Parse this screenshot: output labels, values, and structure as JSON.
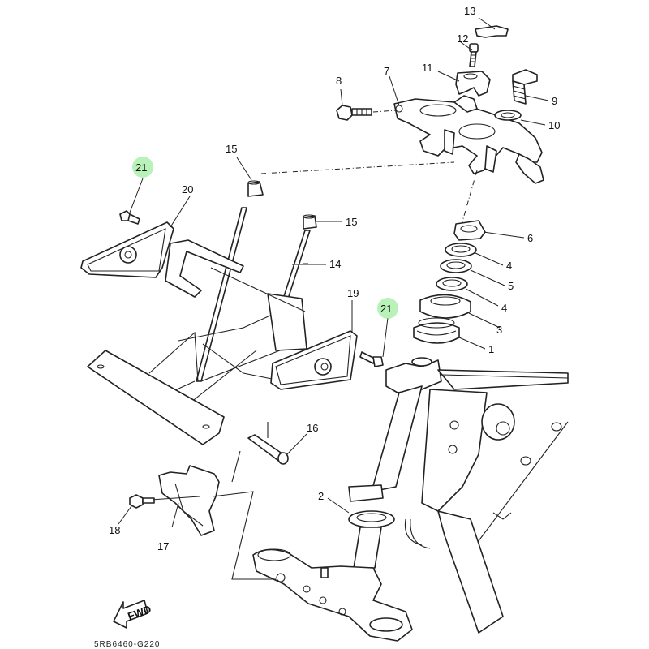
{
  "diagram": {
    "callouts": [
      {
        "id": "c1",
        "label": "1",
        "highlighted": false
      },
      {
        "id": "c2",
        "label": "2",
        "highlighted": false
      },
      {
        "id": "c3",
        "label": "3",
        "highlighted": false
      },
      {
        "id": "c4a",
        "label": "4",
        "highlighted": false
      },
      {
        "id": "c4b",
        "label": "4",
        "highlighted": false
      },
      {
        "id": "c5",
        "label": "5",
        "highlighted": false
      },
      {
        "id": "c6",
        "label": "6",
        "highlighted": false
      },
      {
        "id": "c7",
        "label": "7",
        "highlighted": false
      },
      {
        "id": "c8",
        "label": "8",
        "highlighted": false
      },
      {
        "id": "c9",
        "label": "9",
        "highlighted": false
      },
      {
        "id": "c10",
        "label": "10",
        "highlighted": false
      },
      {
        "id": "c11",
        "label": "11",
        "highlighted": false
      },
      {
        "id": "c12",
        "label": "12",
        "highlighted": false
      },
      {
        "id": "c13",
        "label": "13",
        "highlighted": false
      },
      {
        "id": "c14",
        "label": "14",
        "highlighted": false
      },
      {
        "id": "c15a",
        "label": "15",
        "highlighted": false
      },
      {
        "id": "c15b",
        "label": "15",
        "highlighted": false
      },
      {
        "id": "c16",
        "label": "16",
        "highlighted": false
      },
      {
        "id": "c17",
        "label": "17",
        "highlighted": false
      },
      {
        "id": "c18",
        "label": "18",
        "highlighted": false
      },
      {
        "id": "c19",
        "label": "19",
        "highlighted": false
      },
      {
        "id": "c20",
        "label": "20",
        "highlighted": false
      },
      {
        "id": "c21a",
        "label": "21",
        "highlighted": true
      },
      {
        "id": "c21b",
        "label": "21",
        "highlighted": true
      }
    ],
    "fwd_label": "FWD",
    "drawing_code": "5RB6460-G220",
    "highlight_color": "#7ee87e"
  }
}
